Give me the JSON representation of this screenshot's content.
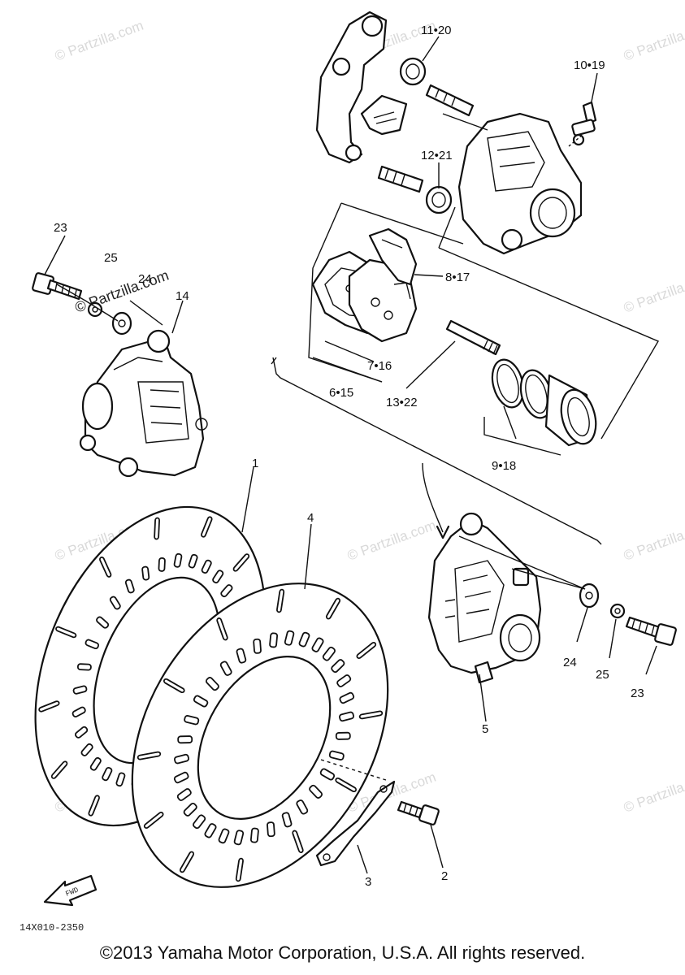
{
  "diagram": {
    "labels": {
      "l1": "1",
      "l2": "2",
      "l3": "3",
      "l4": "4",
      "l5": "5",
      "l6_15": "6•15",
      "l7_16": "7•16",
      "l8_17": "8•17",
      "l9_18": "9•18",
      "l10_19": "10•19",
      "l11_20": "11•20",
      "l12_21": "12•21",
      "l13_22": "13•22",
      "l14": "14",
      "l23_left": "23",
      "l24_left": "24",
      "l25_left": "25",
      "l23_right": "23",
      "l24_right": "24",
      "l25_right": "25"
    },
    "fwd": "FWD",
    "drawing_code": "14X010-2350",
    "watermark": "© Partzilla.com"
  },
  "footer": {
    "copyright": "©2013 Yamaha Motor Corporation, U.S.A. All rights reserved."
  }
}
